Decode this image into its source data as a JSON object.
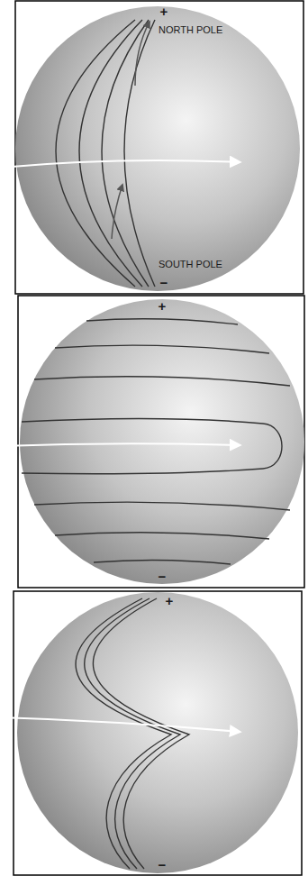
{
  "diagram": {
    "labels": [
      "+",
      "NORTH POLE",
      "SOUTH POLE",
      "−",
      "+",
      "−",
      "+",
      "−"
    ]
  }
}
